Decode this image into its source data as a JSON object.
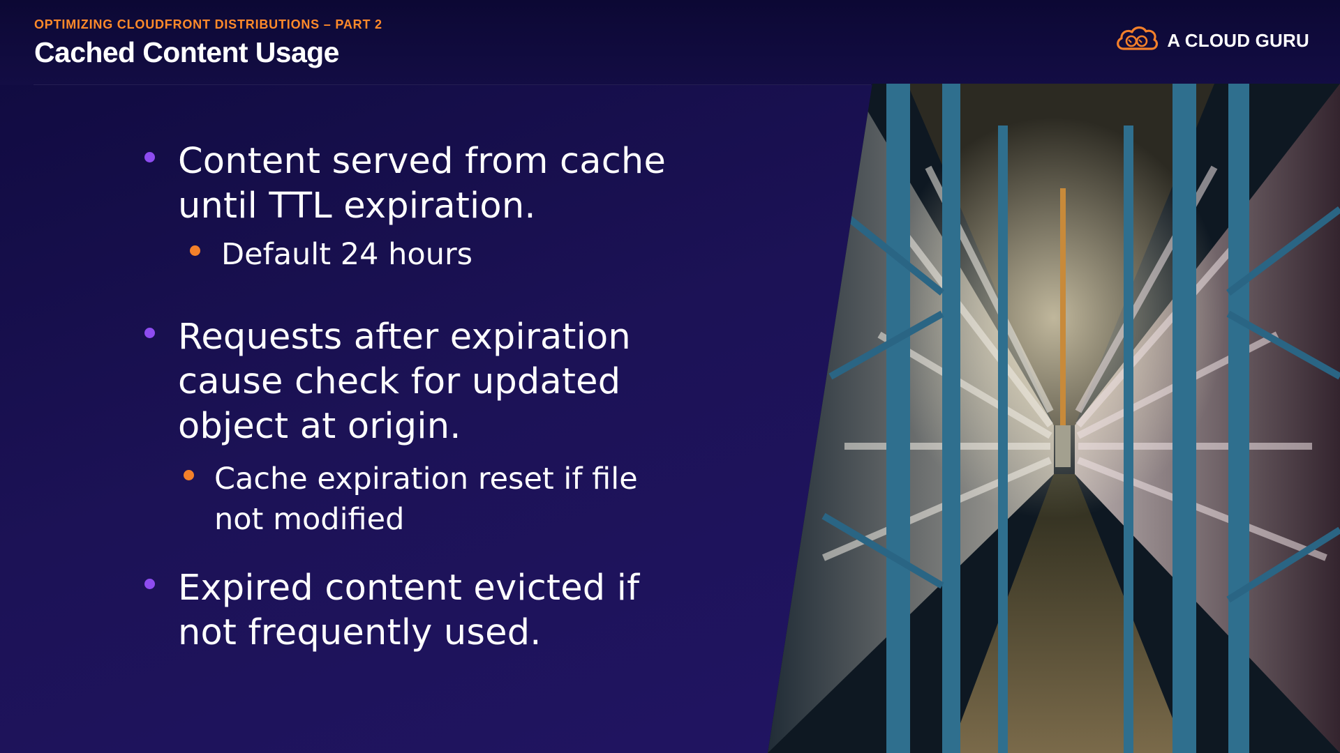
{
  "header": {
    "kicker": "OPTIMIZING CLOUDFRONT DISTRIBUTIONS – PART 2",
    "title": "Cached Content Usage",
    "brand": "A CLOUD GURU"
  },
  "bullets": [
    {
      "text_lines": [
        "Content served from cache",
        "until TTL expiration."
      ],
      "sub": {
        "text_lines": [
          "Default 24 hours"
        ]
      }
    },
    {
      "text_lines": [
        "Requests after expiration",
        "cause check for updated",
        "object at origin."
      ],
      "sub": {
        "text_lines": [
          "Cache expiration reset if file",
          "not modified"
        ]
      }
    },
    {
      "text_lines": [
        "Expired content evicted if",
        "not frequently used."
      ]
    }
  ],
  "image": {
    "subject": "warehouse-aisle-photo"
  },
  "colors": {
    "background": "#1c1256",
    "kicker": "#ff8a2a",
    "bullet_primary": "#8e4cf0",
    "bullet_secondary": "#f4802a"
  }
}
